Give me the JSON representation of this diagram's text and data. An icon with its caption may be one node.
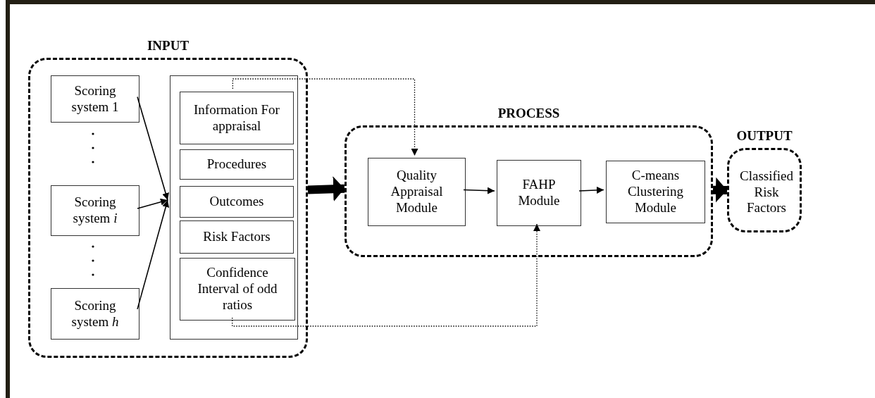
{
  "diagram": {
    "nodes": [
      {
        "text": [
          "INPUT"
        ]
      },
      {
        "text": [
          "Scoring system 1"
        ],
        "in": 0
      },
      {
        "text": [
          "Scoring system *i*"
        ],
        "in": 0
      },
      {
        "text": [
          "Scoring system *h*"
        ],
        "in": 0
      },
      {
        "text": [],
        "shape": "box",
        "in": 0
      },
      {
        "text": [
          "Information For appraisal"
        ],
        "in": 4
      },
      {
        "text": [
          "Procedures"
        ],
        "in": 4
      },
      {
        "text": [
          "Outcomes"
        ],
        "in": 4
      },
      {
        "text": [
          "Risk Factors"
        ],
        "in": 4
      },
      {
        "text": [
          "Confidence Interval of odd ratios"
        ],
        "in": 4
      },
      {
        "text": [
          "PROCESS"
        ]
      },
      {
        "text": [
          "Quality Appraisal Module"
        ],
        "in": 10
      },
      {
        "text": [
          "FAHP Module"
        ],
        "in": 10
      },
      {
        "text": [
          "C-means Clustering Module"
        ],
        "in": 10
      },
      {
        "text": [
          "OUTPUT"
        ]
      },
      {
        "text": [
          "Classified Risk Factors"
        ],
        "in": 14
      }
    ],
    "edges": [
      {
        "from": 1,
        "to": 4,
        "arrow": "to"
      },
      {
        "from": 2,
        "to": 4,
        "arrow": "to"
      },
      {
        "from": 3,
        "to": 4,
        "arrow": "to"
      },
      {
        "from": 5,
        "to": 11,
        "arrow": "to",
        "style": "dashed"
      },
      {
        "from": 9,
        "to": 12,
        "arrow": "to",
        "style": "dashed"
      },
      {
        "from": 0,
        "to": 10,
        "arrow": "to",
        "style": "thick"
      },
      {
        "from": 11,
        "to": 12,
        "arrow": "to"
      },
      {
        "from": 12,
        "to": 13,
        "arrow": "to"
      },
      {
        "from": 10,
        "to": 14,
        "arrow": "to",
        "style": "thick"
      }
    ]
  }
}
